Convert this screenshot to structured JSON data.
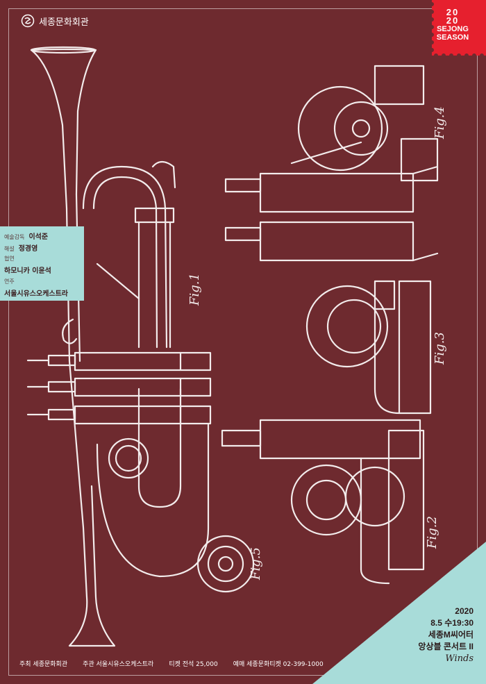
{
  "brand": {
    "name": "세종문화회관",
    "icon": "sejong-logo-icon"
  },
  "season": {
    "year_top": "20",
    "year_bottom": "20",
    "line1": "SEJONG",
    "line2": "SEASON",
    "color": "#e6202e"
  },
  "credits": {
    "director_role": "예술감독",
    "director_name": "이석준",
    "commentary_role": "해설",
    "commentary_name": "정경영",
    "collab_role": "협연",
    "collab_name": "하모니카 이윤석",
    "performer_role": "연주",
    "performer_name": "서울시유스오케스트라"
  },
  "figures": {
    "fig1": "Fig.1",
    "fig2": "Fig.2",
    "fig3": "Fig.3",
    "fig4": "Fig.4",
    "fig5": "Fig.5"
  },
  "event": {
    "year": "2020",
    "datetime": "8.5 수19:30",
    "venue": "세종M씨어터",
    "title": "앙상블 콘서트 II",
    "subtitle": "Winds"
  },
  "footer": {
    "host": "주최 세종문화회관",
    "organizer": "주관 서울시유스오케스트라",
    "ticket": "티켓 전석 25,000",
    "booking": "예매 세종문화티켓 02-399-1000"
  },
  "colors": {
    "background": "#6e2a2f",
    "accent": "#a8dcd9",
    "line": "#f3ecec"
  }
}
